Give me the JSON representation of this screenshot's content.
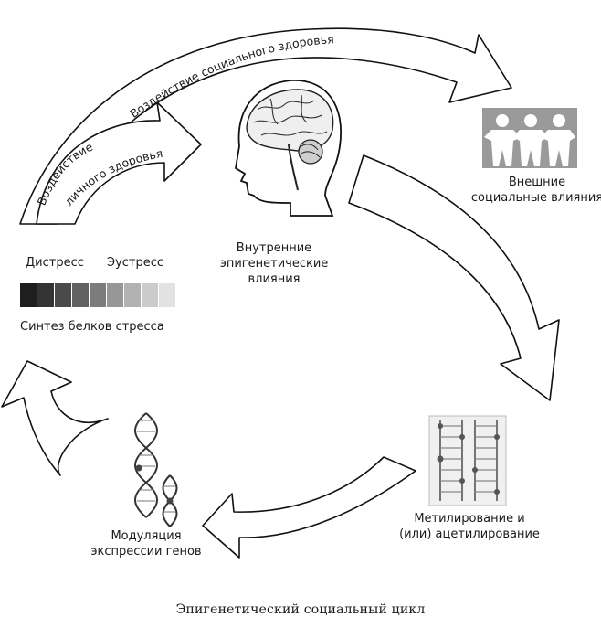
{
  "arrows": {
    "social_health": "Воздействие социального здоровья",
    "personal_health_line1": "Воздействие",
    "personal_health_line2": "личного здоровья"
  },
  "nodes": {
    "internal": [
      "Внутренние",
      "эпигенетические",
      "влияния"
    ],
    "external": [
      "Внешние",
      "социальные влияния"
    ],
    "methylation": [
      "Метилирование и",
      "(или) ацетилирование"
    ],
    "modulation": [
      "Модуляция",
      "экспрессии генов"
    ]
  },
  "stress_scale": {
    "distress": "Дистресс",
    "eustress": "Эустресс",
    "synthesis": "Синтез белков стресса",
    "gradient_colors": [
      "#1e1e1e",
      "#333333",
      "#4a4a4a",
      "#626262",
      "#7c7c7c",
      "#979797",
      "#b2b2b2",
      "#cbcbcb",
      "#e2e2e2"
    ]
  },
  "caption": "Эпигенетический социальный цикл"
}
